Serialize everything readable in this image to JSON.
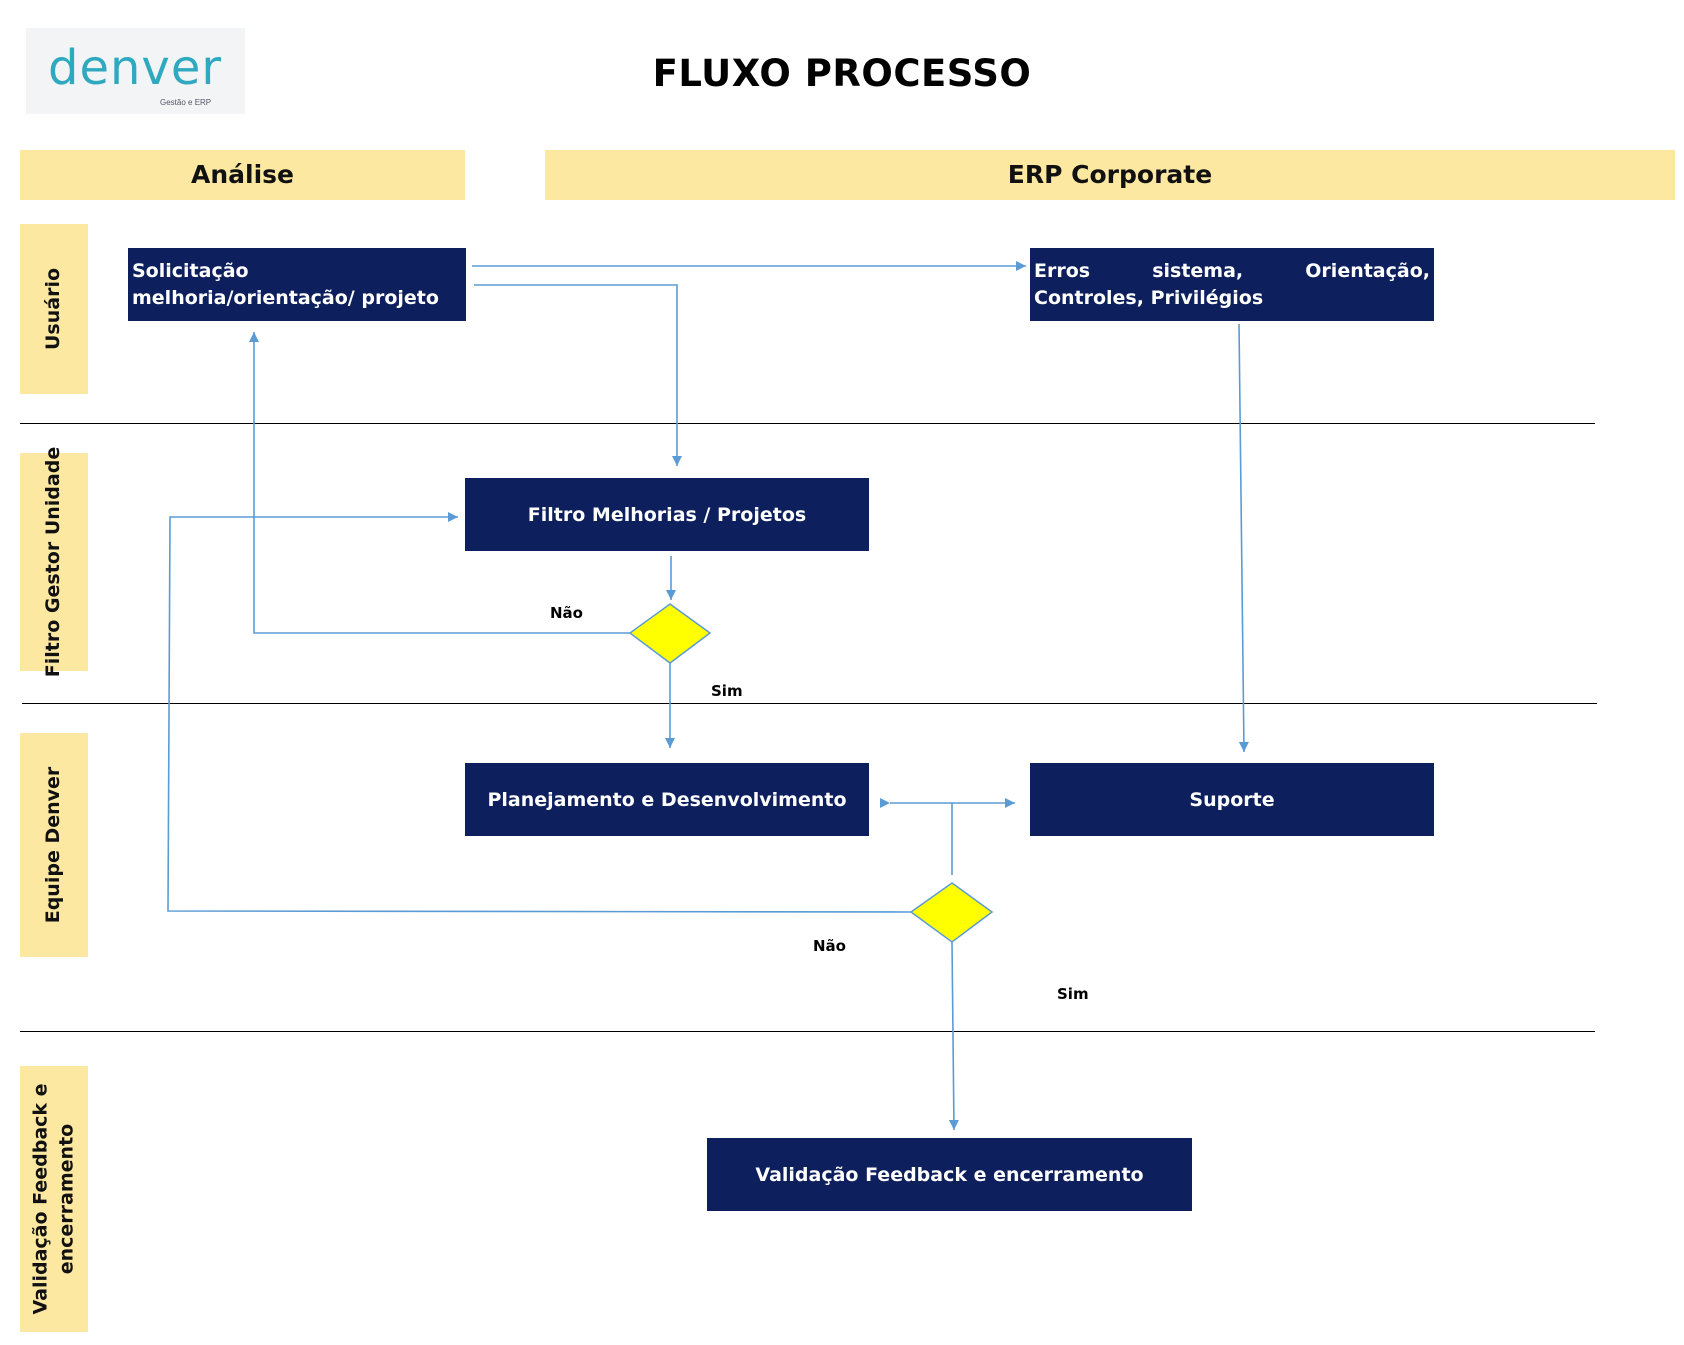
{
  "header": {
    "logo_text": "denver",
    "logo_subtitle": "Gestão e ERP",
    "title": "FLUXO PROCESSO"
  },
  "columns": [
    "Análise",
    "ERP Corporate"
  ],
  "lanes": [
    "Usuário",
    "Filtro Gestor Unidade",
    "Equipe Denver",
    "Validação Feedback e\nencerramento"
  ],
  "nodes": {
    "solicitacao": "Solicitação melhoria/orientação/ projeto",
    "erros": "Erros sistema, Orientação, Controles, Privilégios",
    "filtro": "Filtro Melhorias / Projetos",
    "planejamento": "Planejamento e Desenvolvimento",
    "suporte": "Suporte",
    "validacao": "Validação Feedback e encerramento"
  },
  "edge_labels": {
    "nao_1": "Não",
    "sim_1": "Sim",
    "nao_2": "Não",
    "sim_2": "Sim"
  },
  "colors": {
    "process_fill": "#0d1f5c",
    "decision_fill": "#ffff00",
    "header_fill": "#fce8a0",
    "connector": "#5b9bd5",
    "logo": "#2fa9bf"
  }
}
